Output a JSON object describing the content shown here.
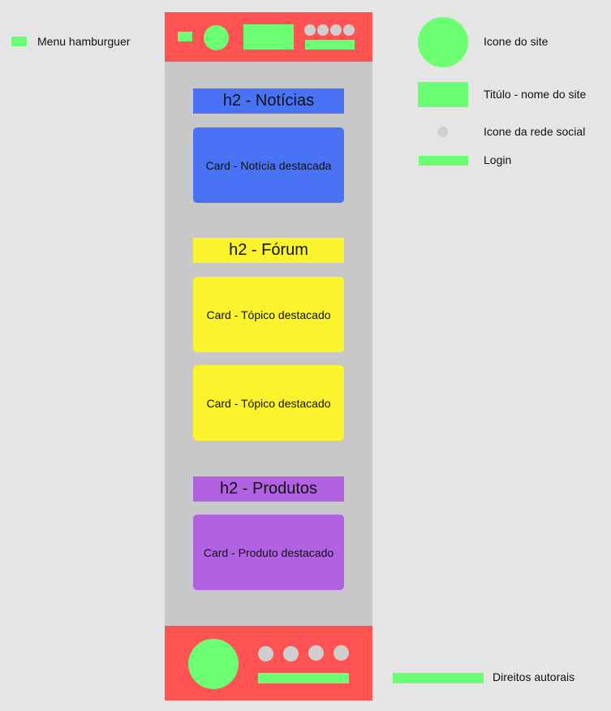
{
  "colors": {
    "background": "#e5e5e5",
    "phone": "#c8c8c8",
    "header_footer": "#ff5252",
    "placeholder_green": "#6cff74",
    "social_dot": "#cfcfcf",
    "news": "#4a72f5",
    "forum": "#fbf32c",
    "products": "#b062e0"
  },
  "legend": {
    "hamburger": "Menu hamburguer",
    "site_icon": "Icone do site",
    "site_title": "Titúlo - nome do site",
    "social_icon": "Icone da rede social",
    "login": "Login",
    "copyright": "Direitos autorais"
  },
  "sections": {
    "news": {
      "heading": "h2 - Notícias",
      "cards": [
        "Card - Notícia destacada"
      ]
    },
    "forum": {
      "heading": "h2 - Fórum",
      "cards": [
        "Card - Tópico destacado",
        "Card - Tópico destacado"
      ]
    },
    "products": {
      "heading": "h2 - Produtos",
      "cards": [
        "Card - Produto destacado"
      ]
    }
  }
}
